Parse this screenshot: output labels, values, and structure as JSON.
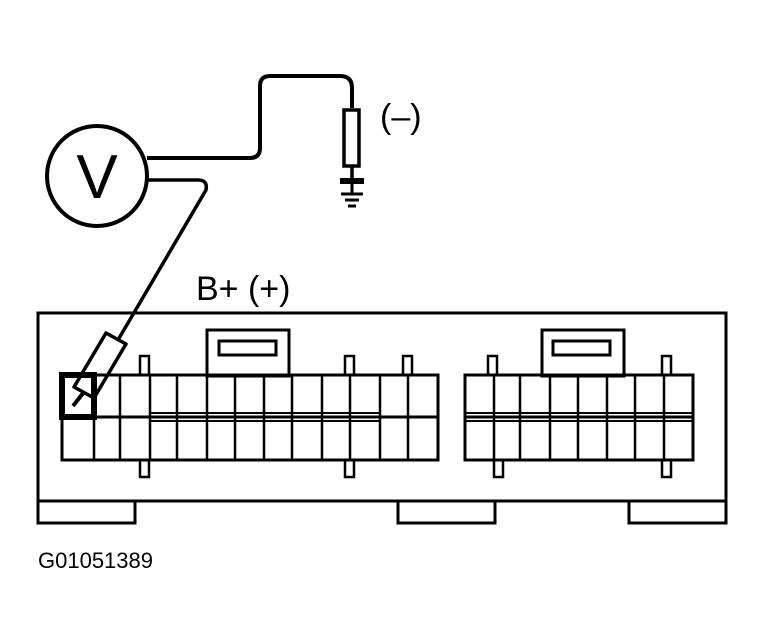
{
  "diagram": {
    "meter_symbol": "V",
    "negative_label": "(–)",
    "positive_label": "B+ (+)",
    "figure_code": "G01051389"
  },
  "colors": {
    "ink": "#000000",
    "paper": "#ffffff"
  },
  "icons": {
    "meter": "voltmeter-icon",
    "negative_probe": "probe-icon",
    "ground": "ground-icon",
    "positive_probe": "probe-icon"
  }
}
